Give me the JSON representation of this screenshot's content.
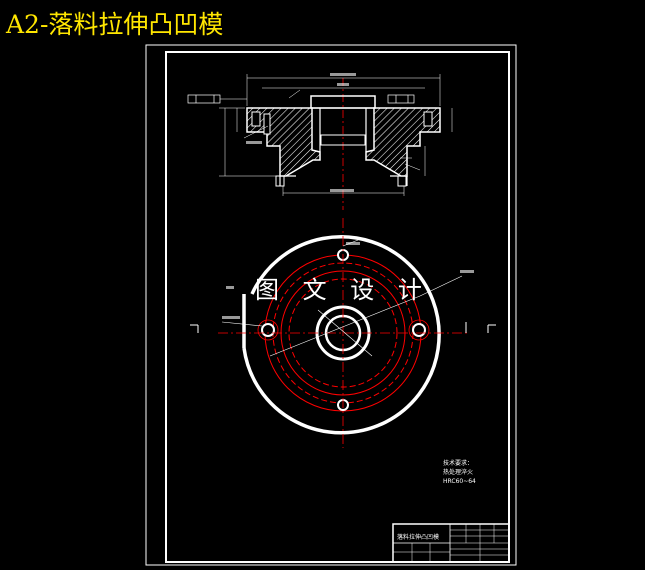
{
  "title": "A2-落料拉伸凸凹模",
  "watermark": "图 文 设 计",
  "technical_requirements": {
    "heading": "技术要求：",
    "line1": "热处理淬火",
    "line2": "HRC60~64"
  },
  "title_block": {
    "drawing_name": "落料拉伸凸凹模"
  },
  "colors": {
    "background": "#000000",
    "title": "#ffe600",
    "lines": "#ffffff",
    "centerlines": "#ff0000",
    "hatch": "#ffffff"
  }
}
